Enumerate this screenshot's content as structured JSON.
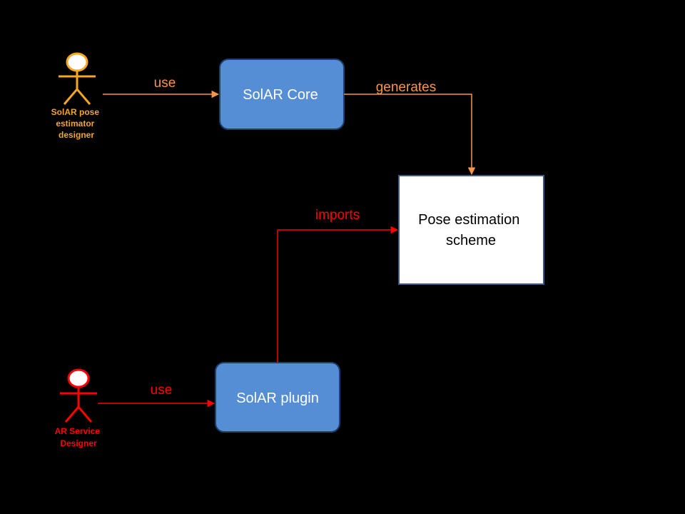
{
  "colors": {
    "background": "#000000",
    "orange": "#f79646",
    "orange_actor": "#f5a623",
    "red": "#ff0000",
    "box_fill": "#558ed5",
    "box_stroke": "#1f3f6e",
    "scheme_fill": "#ffffff",
    "scheme_stroke": "#3a5a8c"
  },
  "actors": {
    "designer": {
      "icon": "stick-figure-icon",
      "label_lines": [
        "SolAR pose",
        "estimator",
        "designer"
      ]
    },
    "service": {
      "icon": "stick-figure-icon",
      "label_lines": [
        "AR Service",
        "Designer"
      ]
    }
  },
  "nodes": {
    "core": {
      "label": "SolAR Core"
    },
    "plugin": {
      "label": "SolAR plugin"
    },
    "scheme": {
      "label_lines": [
        "Pose estimation",
        "scheme"
      ]
    }
  },
  "edges": {
    "designer_use": {
      "label": "use"
    },
    "core_generates": {
      "label": "generates"
    },
    "plugin_imports": {
      "label": "imports"
    },
    "service_use": {
      "label": "use"
    }
  }
}
